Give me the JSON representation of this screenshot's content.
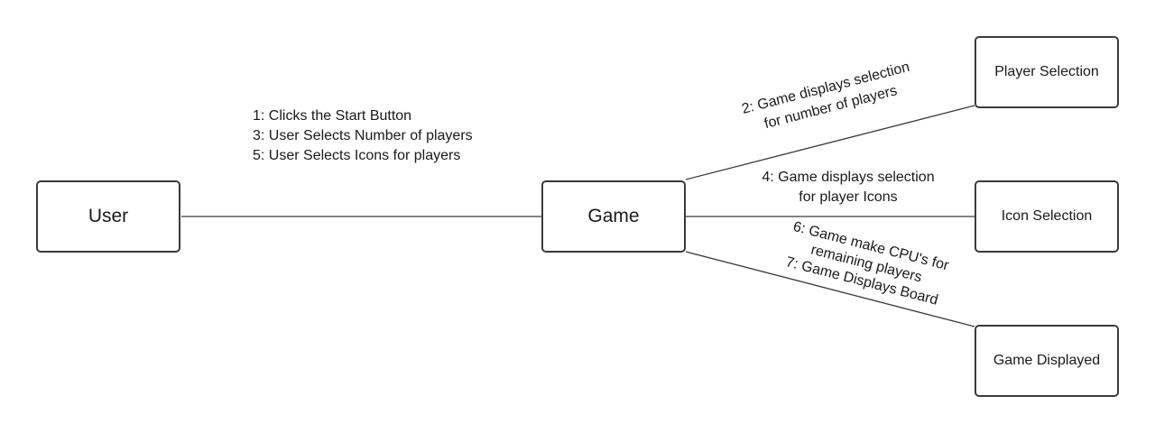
{
  "nodes": {
    "user": "User",
    "game": "Game",
    "player_selection": "Player Selection",
    "icon_selection": "Icon Selection",
    "game_displayed": "Game Displayed"
  },
  "messages": {
    "user_to_game": [
      "1: Clicks the Start Button",
      "3: User Selects Number of players",
      "5: User Selects Icons for players"
    ],
    "game_to_player_selection": [
      "2: Game displays selection",
      "for number of players"
    ],
    "game_to_icon_selection": [
      "4: Game displays selection",
      "for player Icons"
    ],
    "game_to_game_displayed": [
      "6: Game make CPU's for",
      "remaining players",
      "7: Game Displays Board"
    ]
  }
}
